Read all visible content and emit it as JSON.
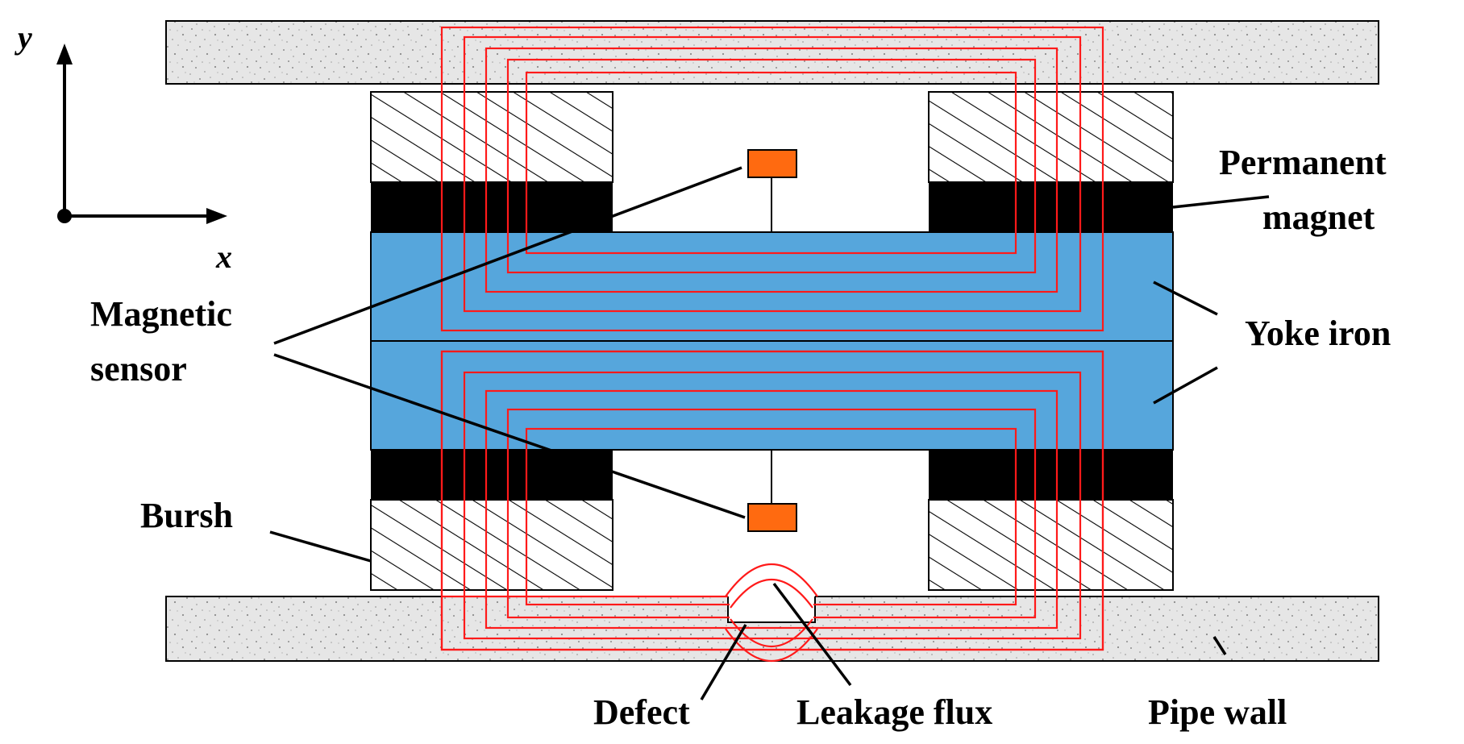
{
  "colors": {
    "yoke": "#56A6DC",
    "flux": "#FF1A1A",
    "magnet": "#000000",
    "sensor": "#FF6A10",
    "pipe_fill": "#E6E6E6",
    "pipe_speckle": "#8C8C8C",
    "brush_hatch": "#000000"
  },
  "axes": {
    "x_label": "x",
    "y_label": "y"
  },
  "labels": {
    "permanent_magnet_line1": "Permanent",
    "permanent_magnet_line2": "magnet",
    "magnetic_sensor_line1": "Magnetic",
    "magnetic_sensor_line2": "sensor",
    "yoke_iron": "Yoke iron",
    "brush": "Bursh",
    "defect": "Defect",
    "leakage_flux": "Leakage flux",
    "pipe_wall": "Pipe wall"
  },
  "icons": {
    "sensor": "orange-rectangle-sensor",
    "brush": "diagonal-hatch-block",
    "pipe_wall": "speckled-concrete-bar"
  }
}
